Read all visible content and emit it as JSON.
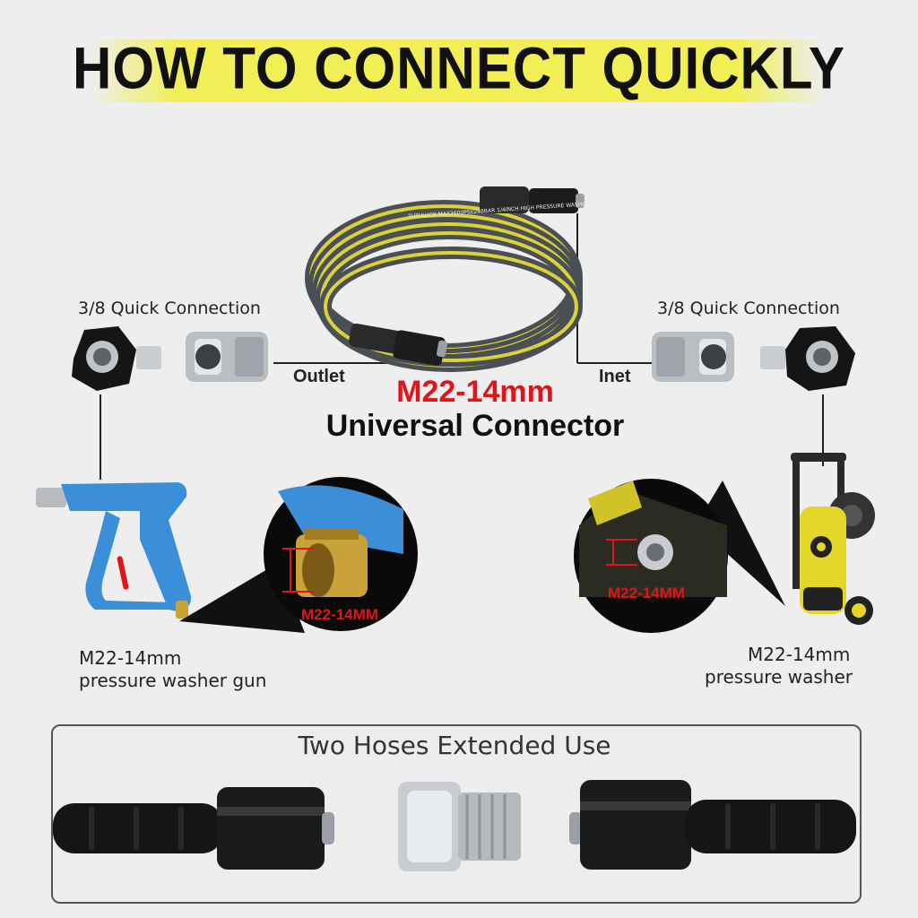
{
  "header": {
    "title": "HOW TO CONNECT QUICKLY"
  },
  "left": {
    "quick_label": "3/8 Quick Connection",
    "outlet_label": "Outlet",
    "tag": "M22-14MM",
    "caption_line1": "M22-14mm",
    "caption_line2": "pressure washer gun"
  },
  "right": {
    "quick_label": "3/8 Quick Connection",
    "inlet_label": "Inet",
    "tag": "M22-14MM",
    "caption_line1": "M22-14mm",
    "caption_line2": "pressure washer"
  },
  "center": {
    "size_label": "M22-14mm",
    "connector_label": "Universal Connector"
  },
  "extension": {
    "title": "Two Hoses Extended Use"
  },
  "hose_print": "TUTULUCK  MAX3600PSI/248BAR  1/4INCH HIGH PRESSURE WASHER HOSE",
  "colors": {
    "accent_yellow": "#f1ef55",
    "hose_yellow": "#d9d23a",
    "hose_gray": "#4a4f55",
    "tag_red": "#e0141b",
    "gun_blue": "#3a8fd8"
  }
}
